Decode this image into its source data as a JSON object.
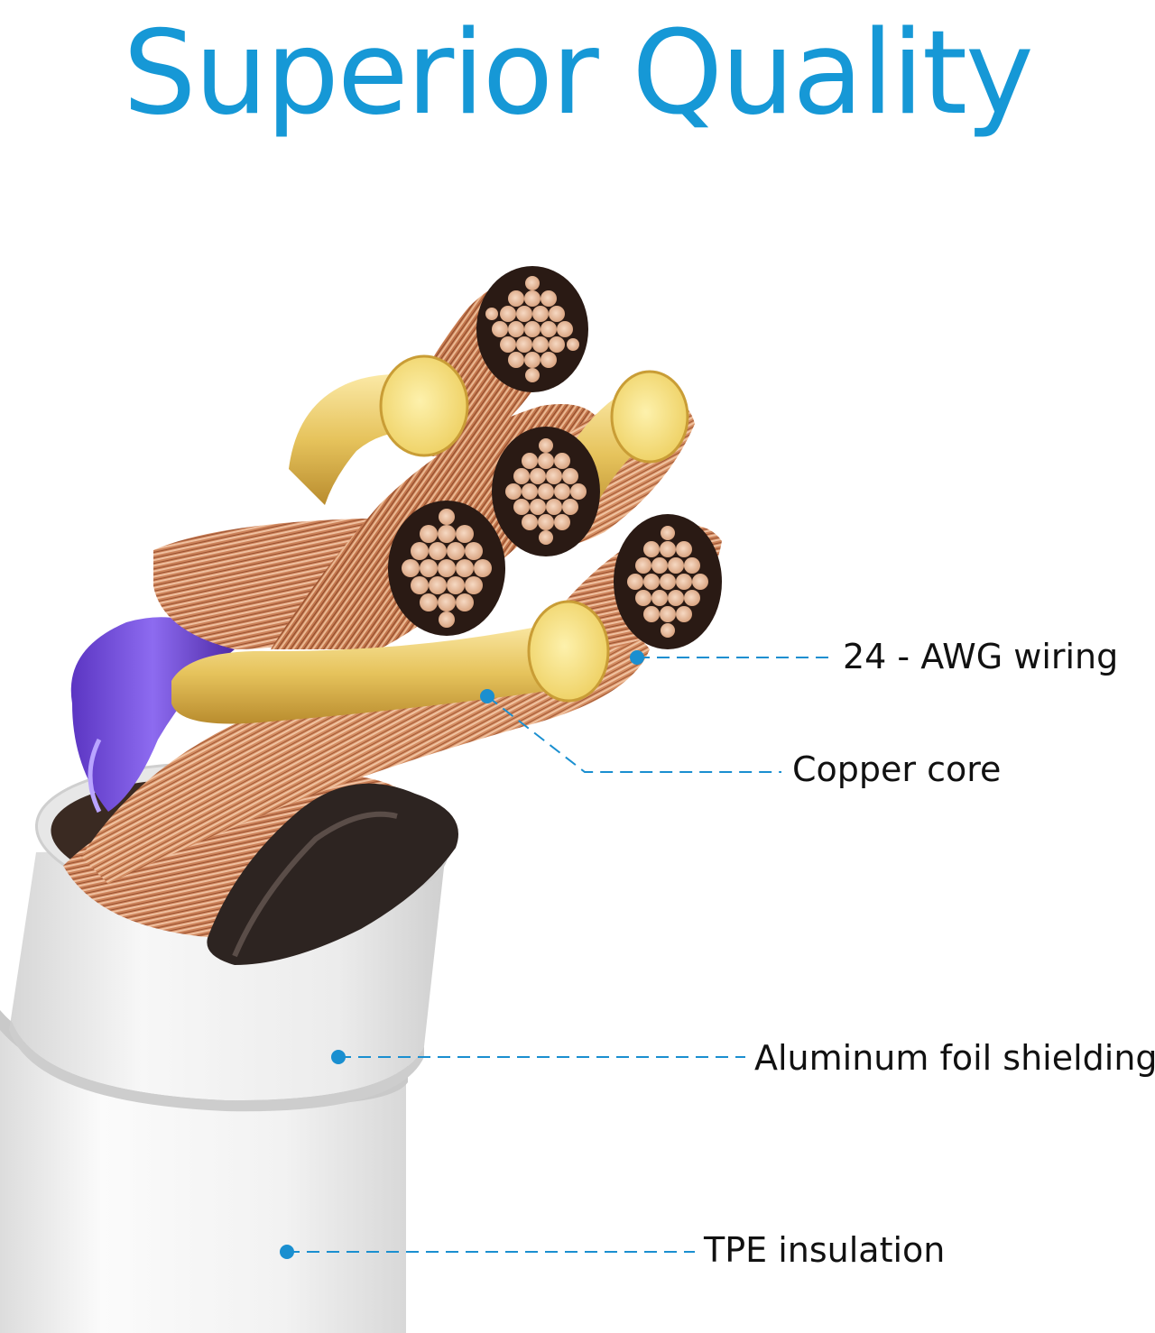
{
  "title": "Superior Quality",
  "callouts": {
    "wiring": "24 - AWG wiring",
    "copper_core": "Copper core",
    "foil": "Aluminum foil shielding",
    "insulation": "TPE insulation"
  },
  "colors": {
    "title": "#1698d6",
    "leader_line": "#1a8fd0",
    "copper": "#d9926a",
    "gold_conductor": "#f0d46a",
    "purple_wire": "#7a54d8",
    "black_wire": "#2a2422",
    "jacket": "#f4f4f4"
  }
}
